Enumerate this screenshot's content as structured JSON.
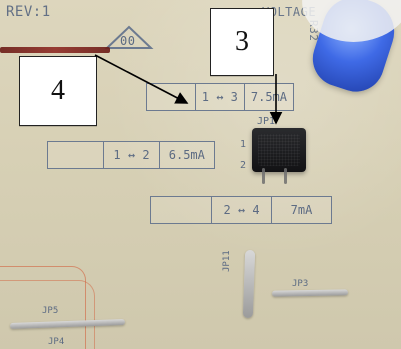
{
  "board_text": {
    "rev": "REV:1",
    "tri_label": "00",
    "hv_label": "VOLTAGE",
    "vertical_label": "R32",
    "pin1": "1",
    "pin2": "2",
    "jp1": "JP1",
    "jp5": "JP5",
    "jp4": "JP4",
    "jp11": "JP11",
    "jp3": "JP3"
  },
  "tables": [
    {
      "pair": "1 ↔ 3",
      "current": "7.5mA"
    },
    {
      "pair": "1 ↔ 2",
      "current": "6.5mA"
    },
    {
      "pair": "2 ↔ 4",
      "current": "7mA"
    }
  ],
  "callouts": {
    "left": "4",
    "right": "3"
  },
  "colors": {
    "silk": "#5c6b83",
    "board": "#d7d0b5",
    "capacitor_blue": "#3f6ae6",
    "component_black": "#121214",
    "trace_red": "#d25c38",
    "callout_border": "#222222"
  },
  "icons": {
    "arrow": "arrow-icon"
  }
}
